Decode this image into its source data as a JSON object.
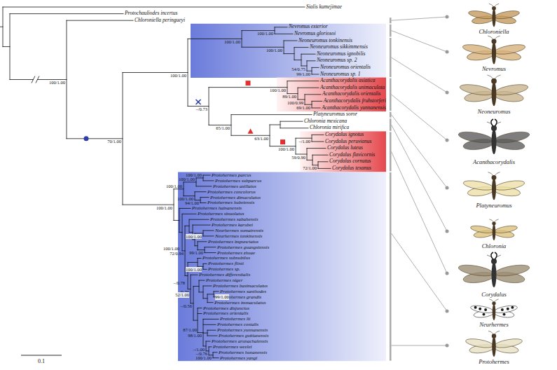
{
  "diagram": {
    "labels": [
      "Sialis kumejimae",
      "Protochauliodes incertus",
      "Chloroniella peringueyi",
      "Nevromus exterior",
      "Nevromus gloriosoi",
      "Neoneuromus tonkinensis",
      "Neoneuromus sikkimmensis",
      "Neoneuromus ignobilis",
      "Neoneuromus sp. 2",
      "Neoneuromus orientalis",
      "Neoneuromus sp. 1",
      "Acanthacorydalis asiatica",
      "Acanthacorydalis unimaculata",
      "Acanthacorydalis orientalis",
      "Acanthacorydalis fruhstorferi",
      "Acanthacorydalis yunnanensis",
      "Platyneuromus soror",
      "Chloronia mexicana",
      "Chloronia mirifica",
      "Corydalus ignotus",
      "Corydalus peruvianus",
      "Corydalus luteus",
      "Corydalus flavicornis",
      "Corydalus cornutus",
      "Corydalus texanus",
      "Protohermes parcus",
      "Protohermes subparcus",
      "Protohermes axillatus",
      "Protohermes concolorus",
      "Protohermes dimaculatus",
      "Protohermes hubeiensis",
      "Protohermes hainanensis",
      "Protohermes sinuolatus",
      "Protohermes sabahensis",
      "Protohermes karubei",
      "Neurhermes sumatrensis",
      "Neurhermes tonkinensis",
      "Protohermes impunctatus",
      "Protohermes guangxiensis",
      "Protohermes zhuae",
      "Protohermes subnubilus",
      "Protohermes flinti",
      "Protohermes sp.",
      "Protohermes differentialis",
      "Protohermes niger",
      "Protohermes basimaculatus",
      "Protohermes xanthodes",
      "Protohermes grandis",
      "Protohermes immaculatus",
      "Protohermes disjunctus",
      "Protohermes orientalis",
      "Protohermes lii",
      "Protohermes costalis",
      "Protohermes yunnanensis",
      "Protohermes guttianensis",
      "Protohermes arunachalensis",
      "Protohermes weelei",
      "Protohermes hunanensis",
      "Protohermes yangi",
      "100/1.00",
      "70/1.00",
      "100/1.00",
      "100/1.00",
      "100/1.00",
      "54/0.75",
      "99/1.00",
      "100/1.00",
      "100/1.00",
      "89/1.00",
      "100/0.99",
      "69/1.00",
      "–/0.73",
      "65/1.00",
      "63/1.00",
      "100/1.00",
      "–/1.00",
      "59/0.90",
      "72/1.00",
      "100/1.00",
      "100/1.00",
      "100/1.00",
      "100/1.00",
      "94/1.00",
      "100/1.00",
      "100/1.00",
      "99/1.00",
      "72/0.94",
      "100/1.00",
      "100/1.00",
      "–/0.78",
      "–/0.70",
      "52/1.00",
      "99/1.00",
      "–/0.56",
      "98/1.00",
      "87/1.00",
      "–/1.00",
      "–/0.76",
      "100/1.00",
      "Chloroniella",
      "Nevromus",
      "Neoneuromus",
      "Acanthacorydalis",
      "Platyneuromus",
      "Chloronia",
      "Corydalus",
      "Neurhermes",
      "Protohermes",
      "0.1"
    ]
  }
}
